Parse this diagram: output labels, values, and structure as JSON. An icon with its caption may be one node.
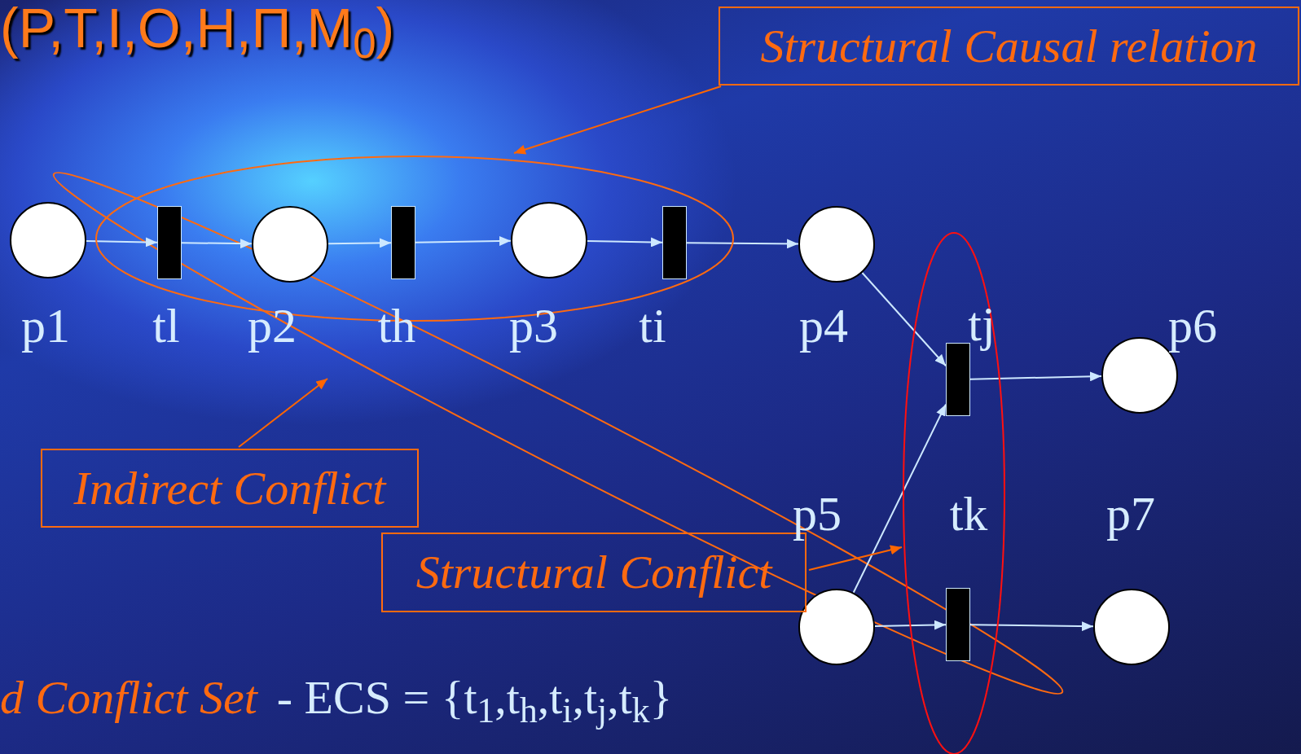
{
  "diagram": {
    "title": "(P,T,I,O,H,Π,M$_{0}$)",
    "nodes": [
      {
        "text": [
          "Structural Causal relation"
        ]
      },
      {
        "text": [],
        "shape": "ellipse"
      },
      {
        "text": [],
        "shape": "circle",
        "beside": [
          "p1"
        ]
      },
      {
        "text": [],
        "shape": "bar",
        "beside": [
          "tl"
        ],
        "in": 1
      },
      {
        "text": [],
        "shape": "circle",
        "beside": [
          "p2"
        ],
        "in": 1
      },
      {
        "text": [],
        "shape": "bar",
        "beside": [
          "th"
        ],
        "in": 1
      },
      {
        "text": [],
        "shape": "circle",
        "beside": [
          "p3"
        ],
        "in": 1
      },
      {
        "text": [],
        "shape": "bar",
        "beside": [
          "ti"
        ],
        "in": 1
      },
      {
        "text": [],
        "shape": "circle",
        "beside": [
          "p4"
        ]
      },
      {
        "text": [],
        "shape": "ellipse"
      },
      {
        "text": [],
        "shape": "bar",
        "beside": [
          "tj"
        ],
        "in": 9
      },
      {
        "text": [],
        "shape": "circle",
        "beside": [
          "p6"
        ]
      },
      {
        "text": [
          "Indirect Conflict"
        ]
      },
      {
        "text": [],
        "shape": "circle"
      },
      {
        "text": [],
        "shape": "bar",
        "beside": [
          "tk"
        ],
        "in": 9
      },
      {
        "text": [],
        "shape": "circle",
        "beside": [
          "p7"
        ]
      },
      {
        "text": [
          "Structural Conflict"
        ]
      }
    ],
    "edges": [
      {
        "from": 0,
        "to": 1,
        "arrow": "to",
        "color": "#ff6600"
      },
      {
        "from": 2,
        "to": 3,
        "arrow": "to"
      },
      {
        "from": 3,
        "to": 4,
        "arrow": "to"
      },
      {
        "from": 4,
        "to": 5,
        "arrow": "to"
      },
      {
        "from": 5,
        "to": 6,
        "arrow": "to"
      },
      {
        "from": 6,
        "to": 7,
        "arrow": "to"
      },
      {
        "from": 7,
        "to": 8,
        "arrow": "to"
      },
      {
        "from": 8,
        "to": 10,
        "arrow": "to"
      },
      {
        "from": 13,
        "to": 10,
        "arrow": "to"
      },
      {
        "from": 10,
        "to": 11,
        "arrow": "to"
      },
      {
        "from": 12,
        "to": null,
        "arrow": "to",
        "color": "#ff6600"
      },
      {
        "from": 16,
        "to": 9,
        "arrow": "to",
        "color": "#ff6600"
      },
      {
        "from": 13,
        "to": 14,
        "arrow": "to"
      },
      {
        "from": 14,
        "to": 15,
        "arrow": "to"
      }
    ],
    "labels": [
      "p5",
      "d Conflict Set",
      "- ECS = {t$_{1}$,t$_{h}$,t$_{i}$,t$_{j}$,t$_{k}$}"
    ]
  }
}
